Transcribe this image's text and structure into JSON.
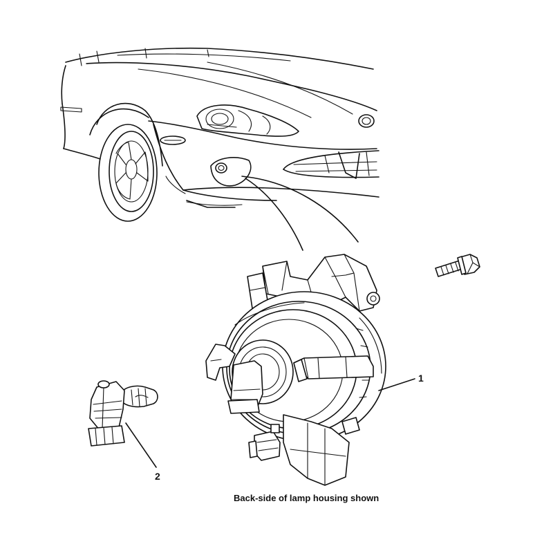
{
  "callouts": {
    "one": "1",
    "two": "2"
  },
  "caption": "Back-side of lamp housing shown"
}
